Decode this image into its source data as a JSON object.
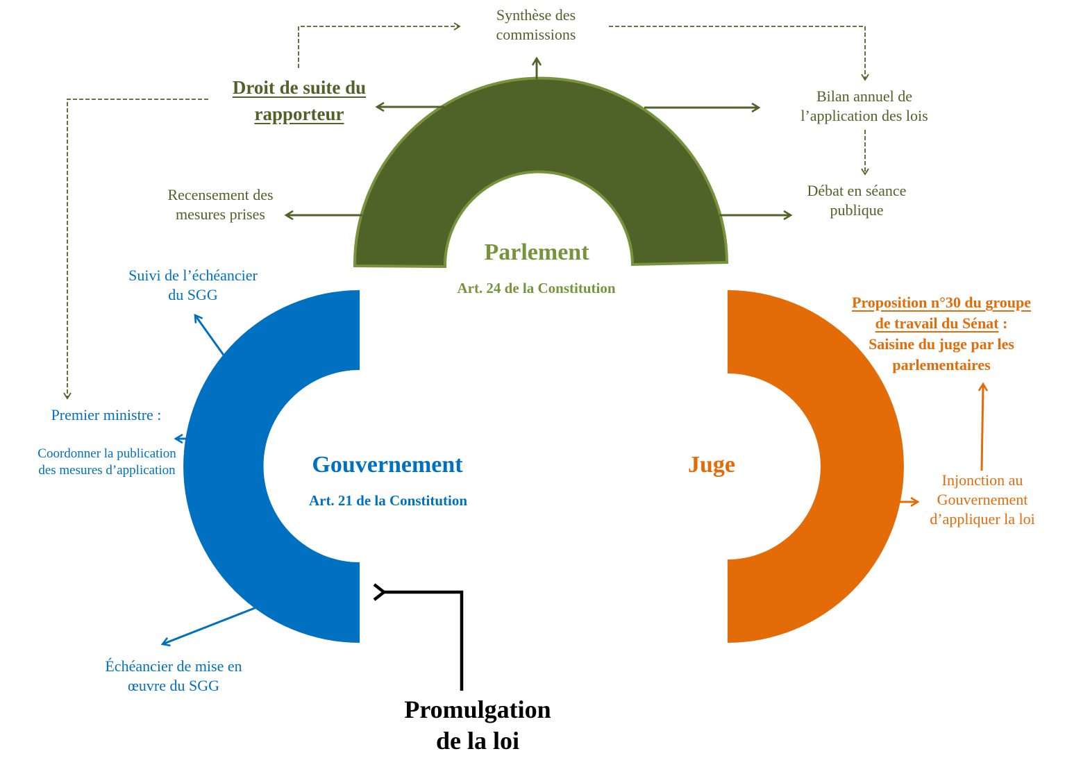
{
  "colors": {
    "parlement_fill": "#4f6228",
    "parlement_border": "#77933c",
    "parlement_title": "#77933c",
    "gouvernement": "#0070c0",
    "juge": "#e36c09",
    "promulgation": "#000000"
  },
  "parlement": {
    "title": "Parlement",
    "article": "Art. 24 de la Constitution",
    "outputs": {
      "synthese": [
        "Synthèse des",
        "commissions"
      ],
      "droit_de_suite": [
        "Droit de suite du",
        "rapporteur"
      ],
      "bilan": [
        "Bilan annuel de",
        "l’application des lois"
      ],
      "recensement": [
        "Recensement des",
        "mesures prises"
      ],
      "debat": [
        "Débat en séance",
        "publique"
      ]
    }
  },
  "gouvernement": {
    "title": "Gouvernement",
    "article": "Art. 21 de la Constitution",
    "outputs": {
      "suivi": [
        "Suivi de l’échéancier",
        "du SGG"
      ],
      "premier_ministre": "Premier ministre :",
      "coordonner": [
        "Coordonner la publication",
        "des mesures d’application"
      ],
      "echeancier": [
        "Échéancier de mise en",
        "œuvre du SGG"
      ]
    }
  },
  "juge": {
    "title": "Juge",
    "proposition": [
      "Proposition n°30 du groupe",
      "de travail du Sénat",
      " :"
    ],
    "saisine": [
      "Saisine du juge par les",
      "parlementaires"
    ],
    "injonction": [
      "Injonction au",
      "Gouvernement",
      "d’appliquer la loi"
    ]
  },
  "promulgation": [
    "Promulgation",
    "de la loi"
  ]
}
